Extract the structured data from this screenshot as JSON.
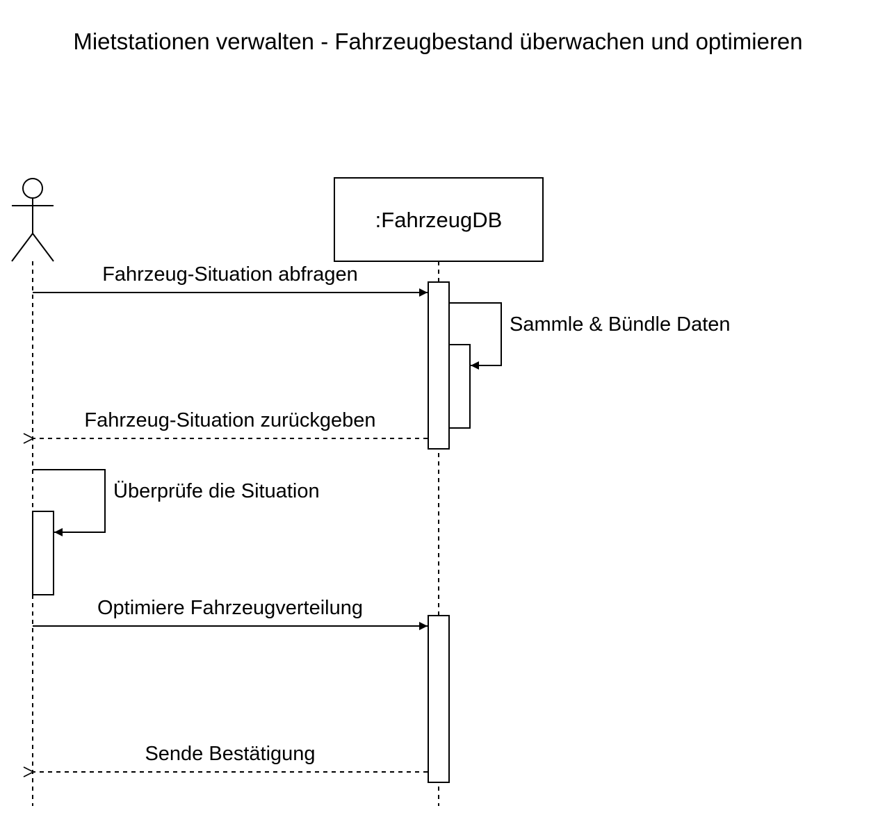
{
  "diagram": {
    "title": "Mietstationen verwalten - Fahrzeugbestand überwachen und optimieren",
    "actor": {
      "label": ""
    },
    "participant": {
      "label": ":FahrzeugDB"
    },
    "messages": [
      {
        "label": "Fahrzeug-Situation abfragen",
        "type": "sync",
        "from": "actor",
        "to": "participant"
      },
      {
        "label": "Sammle & Bündle Daten",
        "type": "self",
        "from": "participant",
        "to": "participant"
      },
      {
        "label": "Fahrzeug-Situation zurückgeben",
        "type": "return",
        "from": "participant",
        "to": "actor"
      },
      {
        "label": "Überprüfe die Situation",
        "type": "self",
        "from": "actor",
        "to": "actor"
      },
      {
        "label": "Optimiere Fahrzeugverteilung",
        "type": "sync",
        "from": "actor",
        "to": "participant"
      },
      {
        "label": "Sende Bestätigung",
        "type": "return",
        "from": "participant",
        "to": "actor"
      }
    ]
  }
}
